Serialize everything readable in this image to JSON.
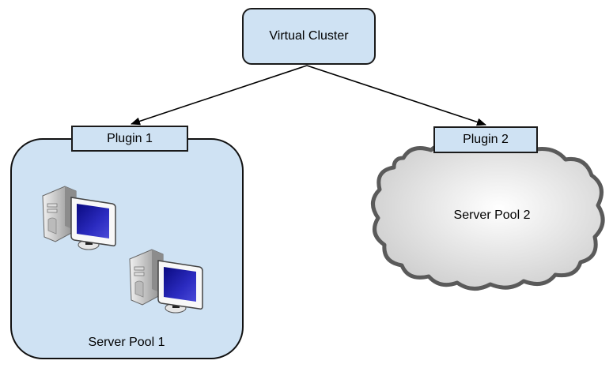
{
  "diagram": {
    "root": {
      "label": "Virtual Cluster"
    },
    "plugins": [
      {
        "label": "Plugin 1"
      },
      {
        "label": "Plugin 2"
      }
    ],
    "pools": [
      {
        "label": "Server Pool 1",
        "kind": "server-group",
        "icons": [
          "computer-icon",
          "computer-icon"
        ]
      },
      {
        "label": "Server Pool 2",
        "kind": "cloud"
      }
    ],
    "edges": [
      {
        "from": "Virtual Cluster",
        "to": "Plugin 1"
      },
      {
        "from": "Virtual Cluster",
        "to": "Plugin 2"
      }
    ],
    "colors": {
      "node_fill": "#cfe2f3",
      "stroke": "#1a1a1a",
      "cloud_stroke": "#555555",
      "monitor_screen": "#1a1aa0"
    }
  }
}
